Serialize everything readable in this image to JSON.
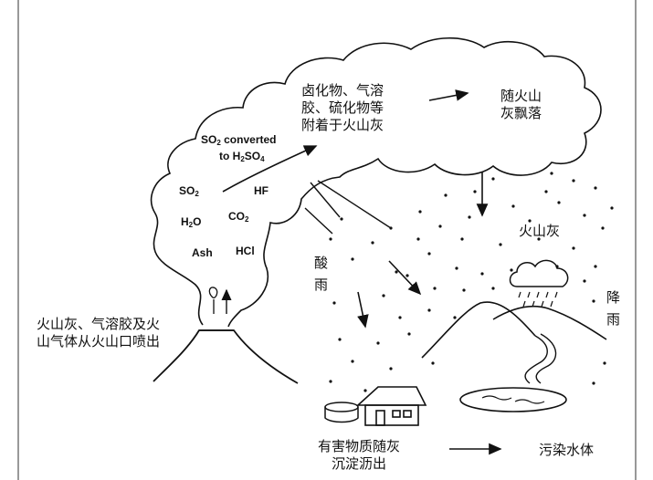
{
  "labels": {
    "cloud_center": "卤化物、气溶\n胶、硫化物等\n附着于火山灰",
    "cloud_right": "随火山\n灰飘落",
    "ash": "火山灰",
    "acid_rain": "酸\n雨",
    "rain": "降\n雨",
    "eruption": "火山灰、气溶胶及火\n山气体从火山口喷出",
    "leach": "有害物质随灰\n沉淀沥出",
    "polluted_water": "污染水体"
  },
  "gases": {
    "so2": "SO",
    "so2_sub": "2",
    "hf": "HF",
    "h2o_a": "H",
    "h2o_sub": "2",
    "h2o_b": "O",
    "co2": "CO",
    "co2_sub": "2",
    "ash": "Ash",
    "hcl": "HCl"
  },
  "conversion": {
    "line1_a": "SO",
    "line1_sub": "2",
    "line1_b": " converted",
    "line2_a": "to H",
    "line2_sub1": "2",
    "line2_b": "SO",
    "line2_sub2": "4"
  },
  "colors": {
    "ink": "#111111",
    "background": "#ffffff"
  }
}
